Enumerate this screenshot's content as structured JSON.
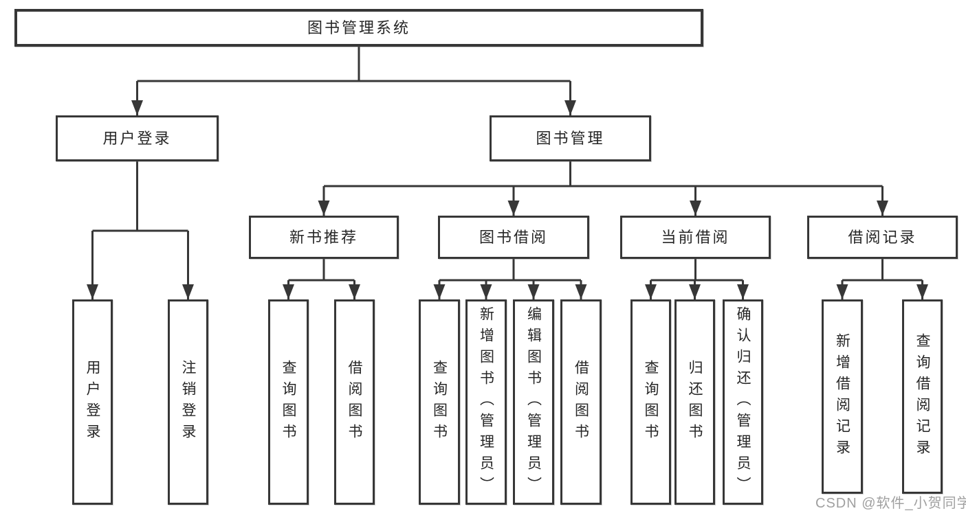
{
  "diagram_title": "图书管理系统",
  "colors": {
    "line": "#373737",
    "box_border": "#373737",
    "box_fill": "#ffffff",
    "text": "#262626",
    "watermark": "#a0a0a0"
  },
  "watermark": {
    "text": "CSDN @软件_小贺同学"
  },
  "tree": {
    "label": "图书管理系统",
    "children": [
      {
        "label": "用户登录",
        "children": [
          {
            "label": "用户登录"
          },
          {
            "label": "注销登录"
          }
        ]
      },
      {
        "label": "图书管理",
        "children": [
          {
            "label": "新书推荐",
            "children": [
              {
                "label": "查询图书"
              },
              {
                "label": "借阅图书"
              }
            ]
          },
          {
            "label": "图书借阅",
            "children": [
              {
                "label": "查询图书"
              },
              {
                "label": "新增图书（管理员）"
              },
              {
                "label": "编辑图书（管理员）"
              },
              {
                "label": "借阅图书"
              }
            ]
          },
          {
            "label": "当前借阅",
            "children": [
              {
                "label": "查询图书"
              },
              {
                "label": "归还图书"
              },
              {
                "label": "确认归还（管理员）"
              }
            ]
          },
          {
            "label": "借阅记录",
            "children": [
              {
                "label": "新增借阅记录"
              },
              {
                "label": "查询借阅记录"
              }
            ]
          }
        ]
      }
    ]
  }
}
